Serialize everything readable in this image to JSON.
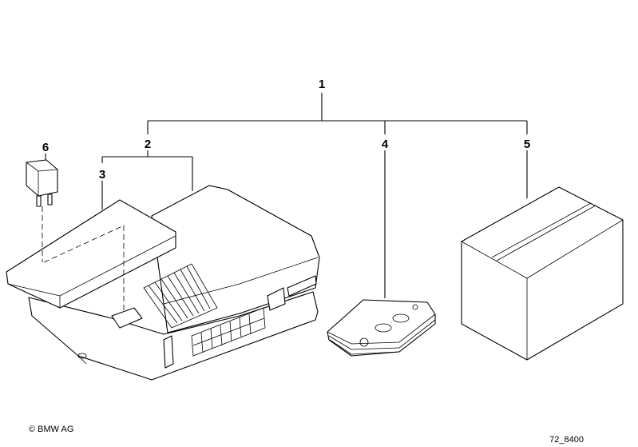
{
  "callouts": {
    "c1": "1",
    "c2": "2",
    "c3": "3",
    "c4": "4",
    "c5": "5",
    "c6": "6"
  },
  "footer": {
    "copyright": "© BMW AG",
    "drawing_number": "72_8400"
  }
}
